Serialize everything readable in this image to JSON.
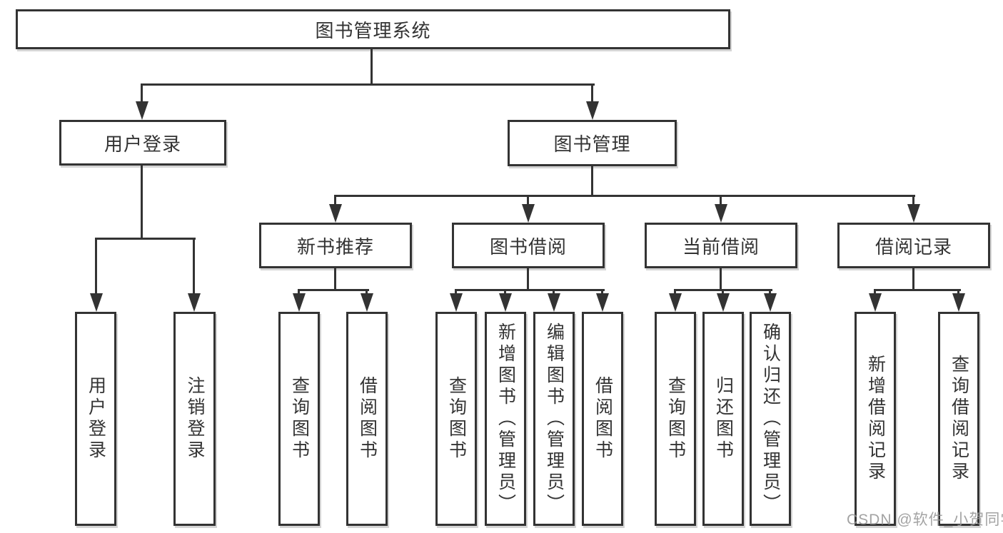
{
  "diagram": {
    "root": {
      "label": "图书管理系统"
    },
    "branches": {
      "user_login": {
        "label": "用户登录",
        "children": [
          {
            "label": "用户登录"
          },
          {
            "label": "注销登录"
          }
        ]
      },
      "book_management": {
        "label": "图书管理",
        "children": [
          {
            "label": "新书推荐",
            "children": [
              {
                "label": "查询图书"
              },
              {
                "label": "借阅图书"
              }
            ]
          },
          {
            "label": "图书借阅",
            "children": [
              {
                "label": "查询图书"
              },
              {
                "label": "新增图书（管理员）"
              },
              {
                "label": "编辑图书（管理员）"
              },
              {
                "label": "借阅图书"
              }
            ]
          },
          {
            "label": "当前借阅",
            "children": [
              {
                "label": "查询图书"
              },
              {
                "label": "归还图书"
              },
              {
                "label": "确认归还（管理员）"
              }
            ]
          },
          {
            "label": "借阅记录",
            "children": [
              {
                "label": "新增借阅记录"
              },
              {
                "label": "查询借阅记录"
              }
            ]
          }
        ]
      }
    },
    "line_color": "#333333",
    "text_color": "#333333"
  },
  "watermark": {
    "text": "CSDN @软件_小贺同学"
  }
}
